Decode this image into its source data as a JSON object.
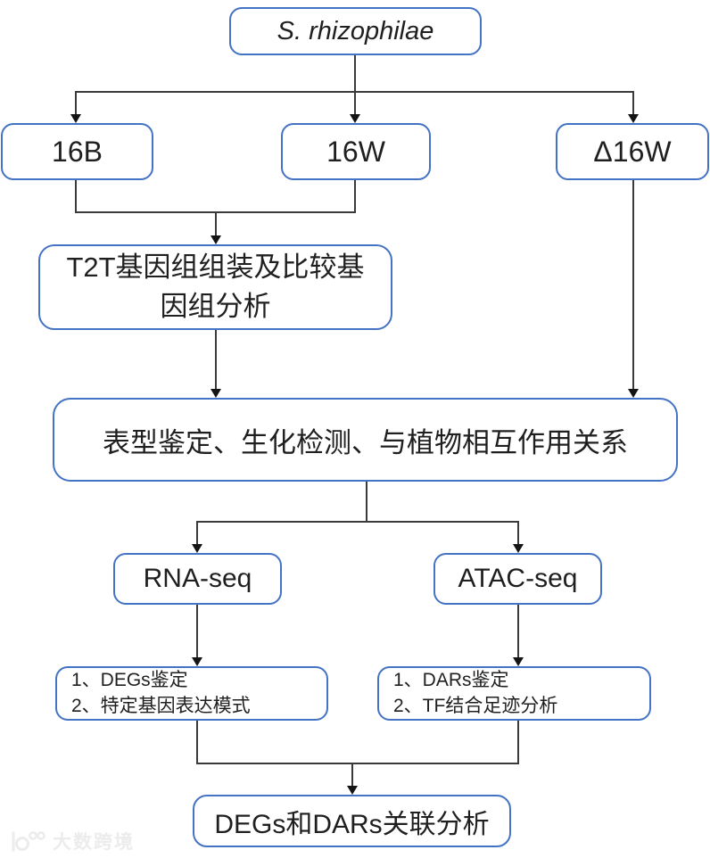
{
  "colors": {
    "box_border": "#4472C4",
    "box_fill": "#FFFFFF",
    "connector_line": "#3A3A3A",
    "arrowhead": "#141414",
    "text": "#1F1F1F",
    "watermark": "#ECECEC"
  },
  "nodes": {
    "root": {
      "label": "S. rhizophilae"
    },
    "strain_16b": {
      "label": "16B"
    },
    "strain_16w": {
      "label": "16W"
    },
    "strain_delta16w": {
      "label": "Δ16W"
    },
    "t2t_assembly": {
      "lines": [
        "T2T基因组组装及比较基",
        "因组分析"
      ]
    },
    "phenotype": {
      "label": "表型鉴定、生化检测、与植物相互作用关系"
    },
    "rna_seq": {
      "label": "RNA-seq"
    },
    "atac_seq": {
      "label": "ATAC-seq"
    },
    "deg_analysis": {
      "items": [
        "1、DEGs鉴定",
        "2、特定基因表达模式"
      ]
    },
    "dar_analysis": {
      "items": [
        "1、DARs鉴定",
        "2、TF结合足迹分析"
      ]
    },
    "integration": {
      "label": "DEGs和DARs关联分析"
    }
  },
  "watermark": {
    "text": "大数跨境"
  }
}
